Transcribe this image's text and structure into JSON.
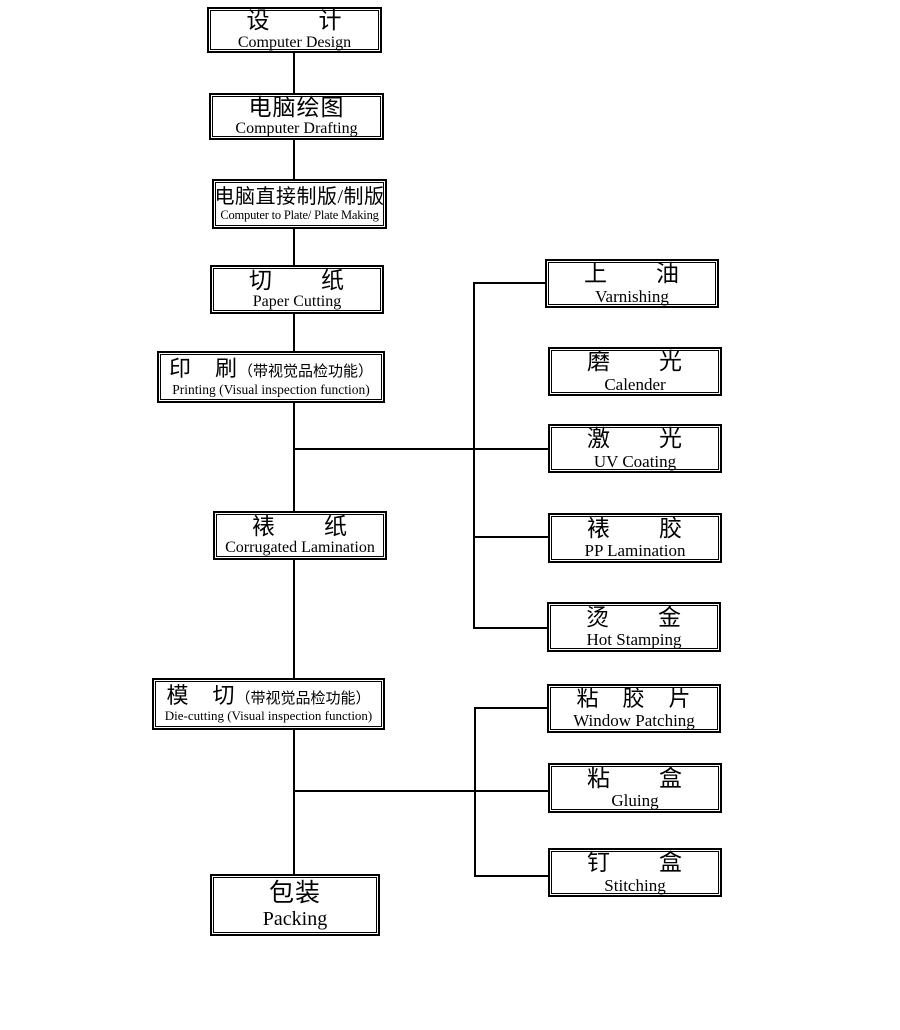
{
  "flowchart": {
    "title": "production-process-flowchart",
    "main_steps": [
      {
        "zh": "设　　计",
        "en": "Computer Design"
      },
      {
        "zh": "电脑绘图",
        "en": "Computer Drafting"
      },
      {
        "zh": "电脑直接制版/制版",
        "en": "Computer to Plate/ Plate Making"
      },
      {
        "zh": "切　　纸",
        "en": "Paper Cutting"
      },
      {
        "zh": "印　刷",
        "note": "（带视觉品检功能）",
        "en": "Printing (Visual inspection function)"
      },
      {
        "zh": "裱　　纸",
        "en": "Corrugated Lamination"
      },
      {
        "zh": "模　切",
        "note": "（带视觉品检功能）",
        "en": "Die-cutting (Visual inspection function)"
      },
      {
        "zh": "包装",
        "en": "Packing"
      }
    ],
    "printing_branches": [
      {
        "zh": "上　　油",
        "en": "Varnishing"
      },
      {
        "zh": "磨　　光",
        "en": "Calender"
      },
      {
        "zh": "激　　光",
        "en": "UV Coating"
      },
      {
        "zh": "裱　　胶",
        "en": "PP Lamination"
      },
      {
        "zh": "烫　　金",
        "en": "Hot Stamping"
      }
    ],
    "diecutting_branches": [
      {
        "zh": "粘　胶　片",
        "en": "Window Patching"
      },
      {
        "zh": "粘　　盒",
        "en": "Gluing"
      },
      {
        "zh": "钉　　盒",
        "en": "Stitching"
      }
    ],
    "colors": {
      "line": "#000000",
      "border": "#000000",
      "background": "#ffffff",
      "text": "#000000"
    }
  }
}
